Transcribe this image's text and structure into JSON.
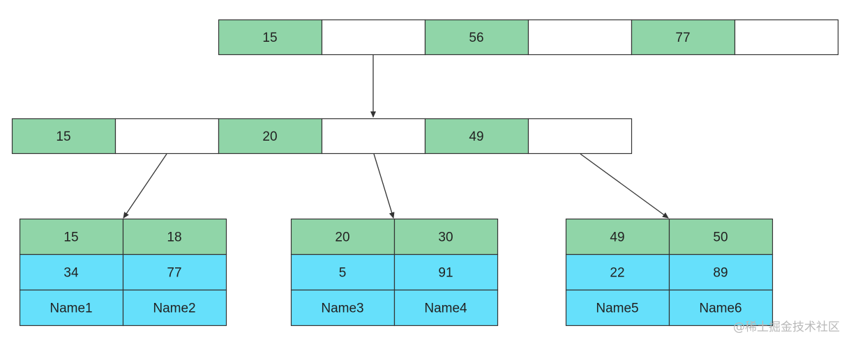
{
  "colors": {
    "key_fill": "#90d5a8",
    "pointer_fill": "#ffffff",
    "leaf_fill": "#66e0fb",
    "stroke": "#333333"
  },
  "root": {
    "keys": [
      "15",
      "56",
      "77"
    ]
  },
  "internal": {
    "keys": [
      "15",
      "20",
      "49"
    ]
  },
  "leaves": [
    {
      "keys": [
        "15",
        "18"
      ],
      "row2": [
        "34",
        "77"
      ],
      "row3": [
        "Name1",
        "Name2"
      ]
    },
    {
      "keys": [
        "20",
        "30"
      ],
      "row2": [
        "5",
        "91"
      ],
      "row3": [
        "Name3",
        "Name4"
      ]
    },
    {
      "keys": [
        "49",
        "50"
      ],
      "row2": [
        "22",
        "89"
      ],
      "row3": [
        "Name5",
        "Name6"
      ]
    }
  ],
  "watermark": "@稀土掘金技术社区"
}
